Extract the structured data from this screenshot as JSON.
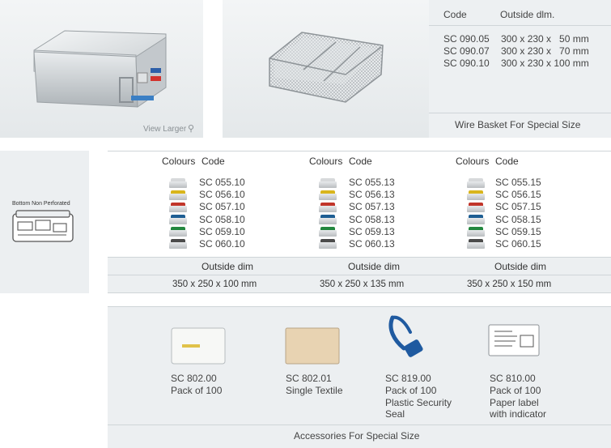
{
  "top": {
    "view_larger": "View Larger",
    "basket_table": {
      "headers": [
        "Code",
        "Outside dlm."
      ],
      "rows": [
        {
          "code": "SC 090.05",
          "dim": "300 x 230 x   50 mm"
        },
        {
          "code": "SC 090.07",
          "dim": "300 x 230 x   70 mm"
        },
        {
          "code": "SC 090.10",
          "dim": "300 x 230 x 100 mm"
        }
      ],
      "caption": "Wire Basket For Special Size"
    }
  },
  "bottom_label": "Bottom Non Perforated",
  "containers": {
    "header_colours": "Colours",
    "header_code": "Code",
    "outside_dim_label": "Outside dim",
    "colours": [
      "#d7d9db",
      "#d9b51c",
      "#c1352a",
      "#1e5e93",
      "#23873f",
      "#4b4b4b"
    ],
    "groups": [
      {
        "codes": [
          "SC 055.10",
          "SC 056.10",
          "SC 057.10",
          "SC 058.10",
          "SC 059.10",
          "SC 060.10"
        ],
        "dim": "350 x 250 x 100 mm"
      },
      {
        "codes": [
          "SC 055.13",
          "SC 056.13",
          "SC 057.13",
          "SC 058.13",
          "SC 059.13",
          "SC 060.13"
        ],
        "dim": "350 x 250 x 135 mm"
      },
      {
        "codes": [
          "SC 055.15",
          "SC 056.15",
          "SC 057.15",
          "SC 058.15",
          "SC 059.15",
          "SC 060.15"
        ],
        "dim": "350 x 250 x 150 mm"
      }
    ]
  },
  "accessories": {
    "items": [
      {
        "code": "SC 802.00",
        "desc": "Pack of 100"
      },
      {
        "code": "SC 802.01",
        "desc": "Single Textile"
      },
      {
        "code": "SC 819.00",
        "desc": "Pack of 100\nPlastic Security\nSeal"
      },
      {
        "code": "SC 810.00",
        "desc": "Pack of 100\nPaper label\nwith indicator"
      }
    ],
    "caption": "Accessories For Special Size"
  }
}
